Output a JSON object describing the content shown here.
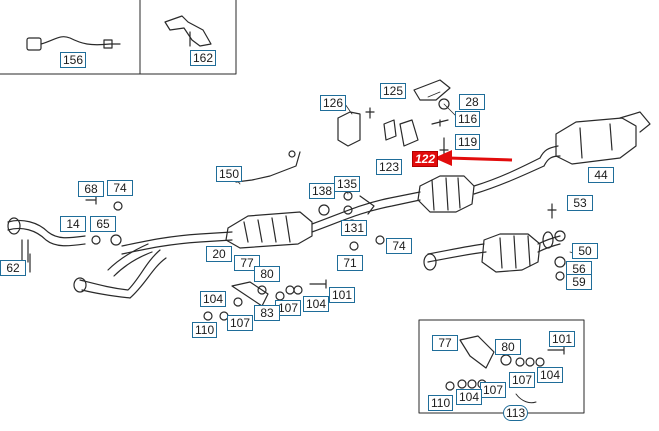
{
  "diagram": {
    "callouts": [
      {
        "id": "156",
        "text": "156"
      },
      {
        "id": "162",
        "text": "162"
      },
      {
        "id": "125",
        "text": "125"
      },
      {
        "id": "28",
        "text": "28"
      },
      {
        "id": "126",
        "text": "126"
      },
      {
        "id": "116",
        "text": "116"
      },
      {
        "id": "119",
        "text": "119"
      },
      {
        "id": "123",
        "text": "123"
      },
      {
        "id": "122",
        "text": "122"
      },
      {
        "id": "44",
        "text": "44"
      },
      {
        "id": "150",
        "text": "150"
      },
      {
        "id": "138",
        "text": "138"
      },
      {
        "id": "135",
        "text": "135"
      },
      {
        "id": "68",
        "text": "68"
      },
      {
        "id": "74a",
        "text": "74"
      },
      {
        "id": "53",
        "text": "53"
      },
      {
        "id": "14",
        "text": "14"
      },
      {
        "id": "65",
        "text": "65"
      },
      {
        "id": "131",
        "text": "131"
      },
      {
        "id": "74b",
        "text": "74"
      },
      {
        "id": "62",
        "text": "62"
      },
      {
        "id": "20",
        "text": "20"
      },
      {
        "id": "77a",
        "text": "77"
      },
      {
        "id": "80a",
        "text": "80"
      },
      {
        "id": "71",
        "text": "71"
      },
      {
        "id": "50",
        "text": "50"
      },
      {
        "id": "56",
        "text": "56"
      },
      {
        "id": "59",
        "text": "59"
      },
      {
        "id": "101a",
        "text": "101"
      },
      {
        "id": "104a",
        "text": "104"
      },
      {
        "id": "104b",
        "text": "104"
      },
      {
        "id": "107a",
        "text": "107"
      },
      {
        "id": "83",
        "text": "83"
      },
      {
        "id": "110a",
        "text": "110"
      },
      {
        "id": "107b",
        "text": "107"
      },
      {
        "id": "77b",
        "text": "77"
      },
      {
        "id": "80b",
        "text": "80"
      },
      {
        "id": "101b",
        "text": "101"
      },
      {
        "id": "107c",
        "text": "107"
      },
      {
        "id": "104c",
        "text": "104"
      },
      {
        "id": "107d",
        "text": "107"
      },
      {
        "id": "104d",
        "text": "104"
      },
      {
        "id": "110b",
        "text": "110"
      },
      {
        "id": "113",
        "text": "113"
      }
    ]
  },
  "highlight": {
    "callout_id": "122",
    "color": "#e20c0c"
  },
  "colors": {
    "callout_border": "#1f6d99",
    "line": "#2a2a2a",
    "arrow": "#e20c0c"
  }
}
